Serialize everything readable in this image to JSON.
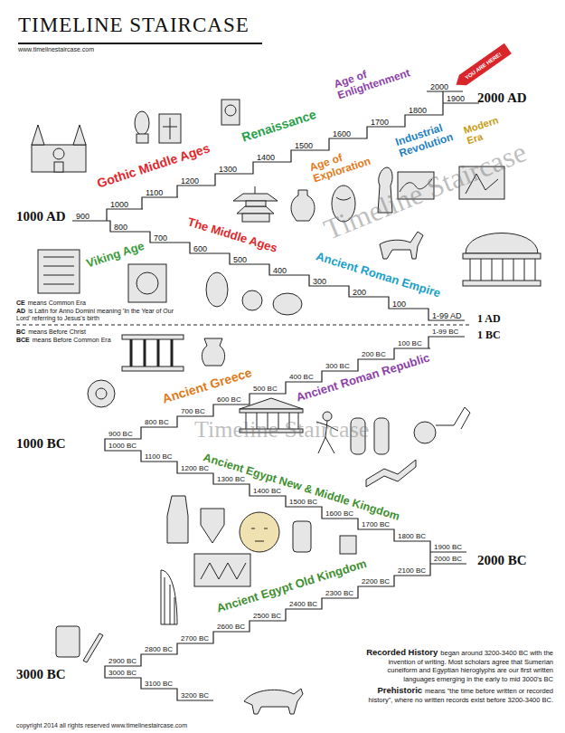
{
  "diagram": {
    "title": "TIMELINE STAIRCASE",
    "labels": [
      "www.timelinestaircase.com",
      "YOU ARE HERE!",
      "2000 AD",
      "2000",
      "1900",
      "1800",
      "1700",
      "1600",
      "1500",
      "1400",
      "1300",
      "1200",
      "1100",
      "1000",
      "900",
      "800",
      "700",
      "600",
      "500",
      "400",
      "300",
      "200",
      "100",
      "1-99 AD",
      "1000 AD",
      "1 AD",
      "1 BC",
      "1-99 BC",
      "100 BC",
      "200 BC",
      "300 BC",
      "400 BC",
      "500 BC",
      "600 BC",
      "700 BC",
      "800 BC",
      "900 BC",
      "1000 BC",
      "1100 BC",
      "1200 BC",
      "1300 BC",
      "1400 BC",
      "1500 BC",
      "1600 BC",
      "1700 BC",
      "1800 BC",
      "1900 BC",
      "2000 BC",
      "2100 BC",
      "2200 BC",
      "2300 BC",
      "2400 BC",
      "2500 BC",
      "2600 BC",
      "2700 BC",
      "2800 BC",
      "2900 BC",
      "3000 BC",
      "3100 BC",
      "3200 BC",
      "1000 BC",
      "2000 BC",
      "3000 BC",
      "Gothic Middle Ages",
      "Renaissance",
      "Age of Enlightenment",
      "Age of Exploration",
      "Industrial Revolution",
      "Modern Era",
      "The Middle Ages",
      "Viking Age",
      "Ancient Roman Empire",
      "Ancient Greece",
      "Ancient Roman Republic",
      "Ancient Egypt New & Middle Kingdom",
      "Ancient Egypt Old Kingdom",
      "CE",
      "means Common Era",
      "AD",
      "is Latin for Anno Domini meaning 'In the Year of Our Lord' referring to Jesus's birth",
      "BC",
      "means Before Christ",
      "BCE",
      "means Before Common Era",
      "Timeline Staircase",
      "Timeline Staircase",
      "Recorded History",
      "began around 3200-3400 BC with the invention of writing. Most scholars agree that Sumerian cuneiform and Egyptian hieroglyphs are our first written languages emerging in the early to mid 3000's BC",
      "Prehistoric",
      "means \"the time before written or recorded history\", where no written records exist before 3200-3400 BC.",
      "copyright 2014 all rights reserved www.timelinestaircase.com"
    ]
  }
}
